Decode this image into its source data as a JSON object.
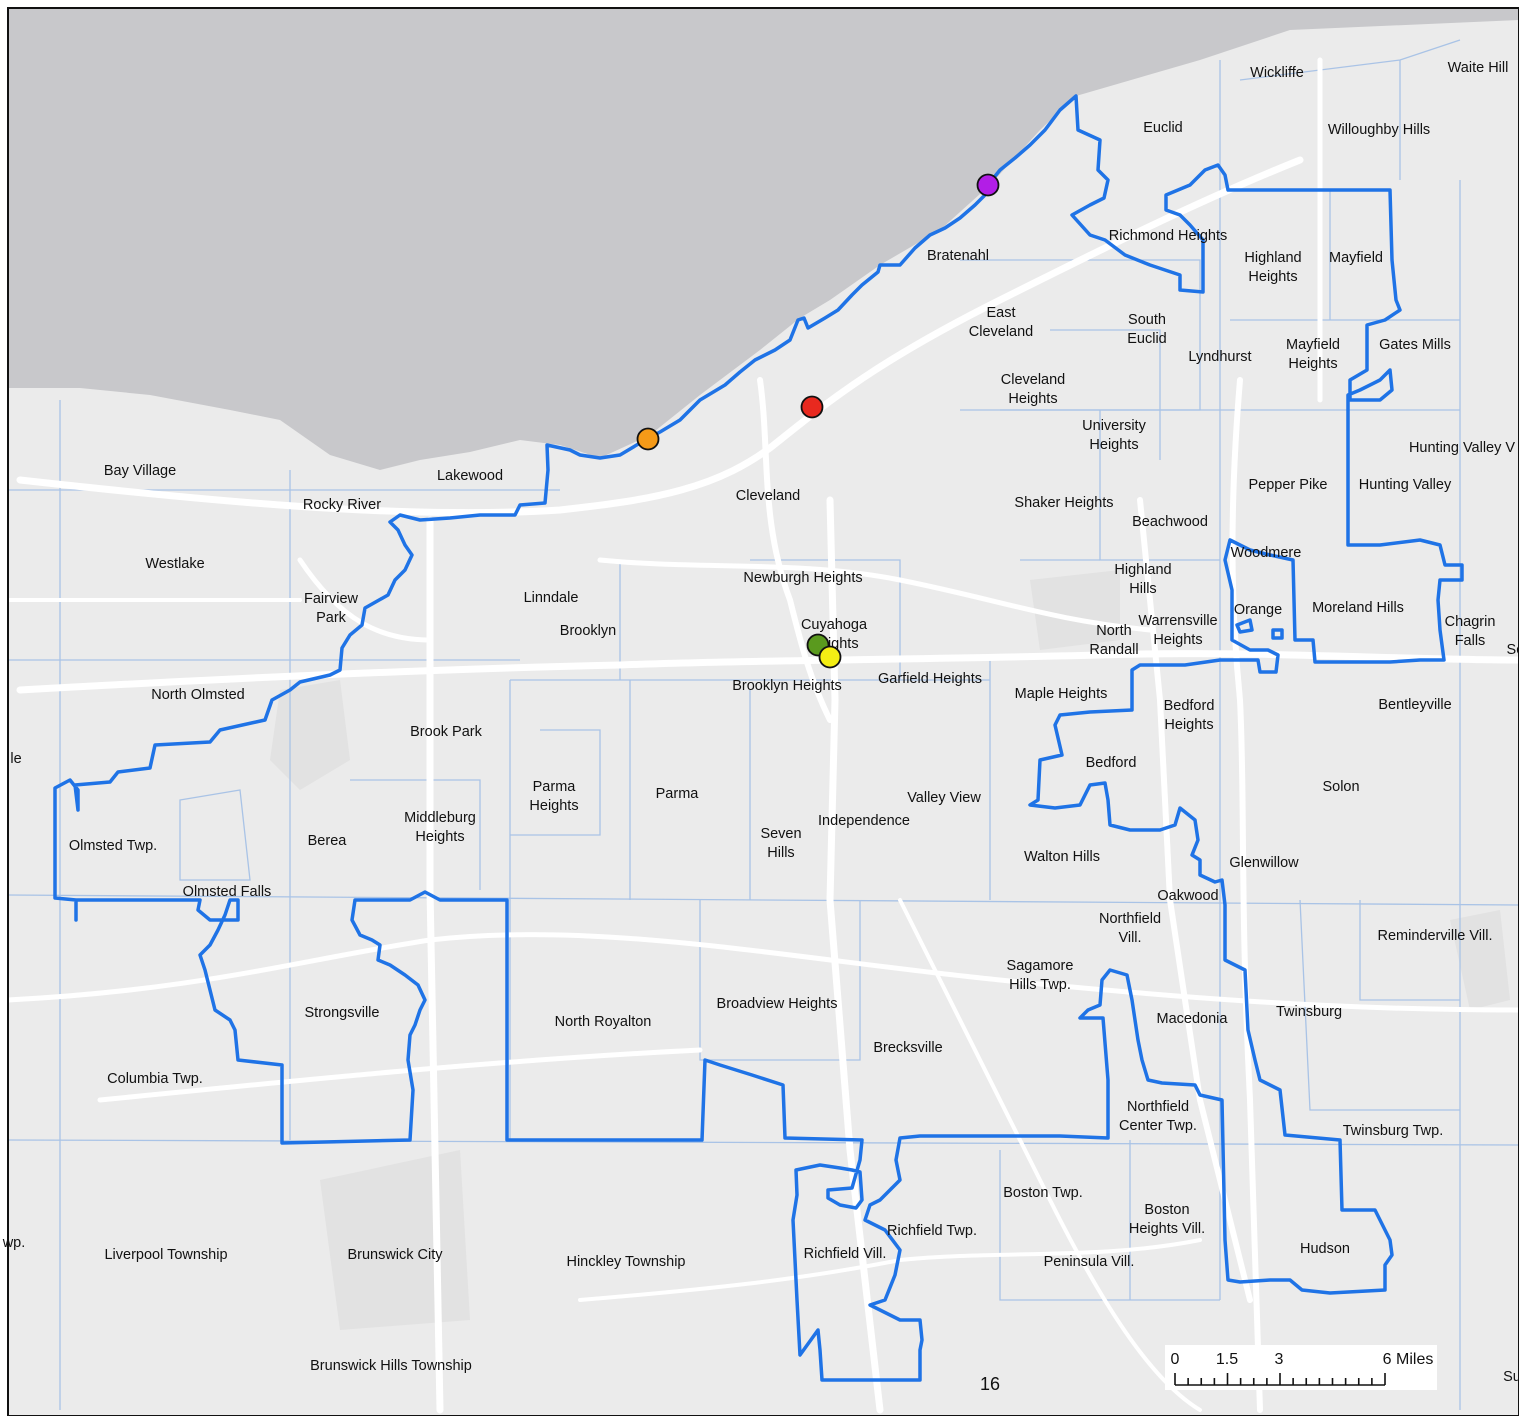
{
  "map": {
    "colors": {
      "lake": "#c8c8cb",
      "land": "#ebebeb",
      "boundary_thin": "#a9c3e6",
      "roads": "#ffffff",
      "district": "#1f73e6"
    },
    "places": [
      {
        "name": "Wickliffe"
      },
      {
        "name": "Waite Hill"
      },
      {
        "name": "Euclid"
      },
      {
        "name": "Willoughby Hills"
      },
      {
        "name": "Richmond Heights"
      },
      {
        "name": "Bratenahl"
      },
      {
        "name": "Highland\nHeights"
      },
      {
        "name": "Mayfield"
      },
      {
        "name": "East\nCleveland"
      },
      {
        "name": "South\nEuclid"
      },
      {
        "name": "Lyndhurst"
      },
      {
        "name": "Mayfield\nHeights"
      },
      {
        "name": "Gates Mills"
      },
      {
        "name": "Cleveland\nHeights"
      },
      {
        "name": "University\nHeights"
      },
      {
        "name": "Hunting Valley V"
      },
      {
        "name": "Bay Village"
      },
      {
        "name": "Lakewood"
      },
      {
        "name": "Pepper Pike"
      },
      {
        "name": "Hunting Valley"
      },
      {
        "name": "Cleveland"
      },
      {
        "name": "Rocky River"
      },
      {
        "name": "Shaker Heights"
      },
      {
        "name": "Beachwood"
      },
      {
        "name": "Westlake"
      },
      {
        "name": "Woodmere"
      },
      {
        "name": "Highland\nHills"
      },
      {
        "name": "Newburgh Heights"
      },
      {
        "name": "Fairview\nPark"
      },
      {
        "name": "Linndale"
      },
      {
        "name": "Orange"
      },
      {
        "name": "Moreland Hills"
      },
      {
        "name": "Warrensville\nHeights"
      },
      {
        "name": "Cuyahoga\nHeights"
      },
      {
        "name": "Brooklyn"
      },
      {
        "name": "North\nRandall"
      },
      {
        "name": "Chagrin\nFalls"
      },
      {
        "name": "Sc"
      },
      {
        "name": "Garfield Heights"
      },
      {
        "name": "Brooklyn Heights"
      },
      {
        "name": "Maple Heights"
      },
      {
        "name": "North Olmsted"
      },
      {
        "name": "Bedford\nHeights"
      },
      {
        "name": "Bentleyville"
      },
      {
        "name": "Brook Park"
      },
      {
        "name": "le"
      },
      {
        "name": "Bedford"
      },
      {
        "name": "Parma\nHeights"
      },
      {
        "name": "Parma"
      },
      {
        "name": "Solon"
      },
      {
        "name": "Valley View"
      },
      {
        "name": "Middleburg\nHeights"
      },
      {
        "name": "Seven\nHills"
      },
      {
        "name": "Independence"
      },
      {
        "name": "Berea"
      },
      {
        "name": "Olmsted Twp."
      },
      {
        "name": "Walton Hills"
      },
      {
        "name": "Glenwillow"
      },
      {
        "name": "Olmsted Falls"
      },
      {
        "name": "Oakwood"
      },
      {
        "name": "Northfield\nVill."
      },
      {
        "name": "Reminderville Vill."
      },
      {
        "name": "Sagamore\nHills Twp."
      },
      {
        "name": "Broadview Heights"
      },
      {
        "name": "Twinsburg"
      },
      {
        "name": "Strongsville"
      },
      {
        "name": "Macedonia"
      },
      {
        "name": "North Royalton"
      },
      {
        "name": "Brecksville"
      },
      {
        "name": "Columbia Twp."
      },
      {
        "name": "Northfield\nCenter Twp."
      },
      {
        "name": "Twinsburg Twp."
      },
      {
        "name": "Boston Twp."
      },
      {
        "name": "Boston\nHeights Vill."
      },
      {
        "name": "Richfield Twp."
      },
      {
        "name": "wp."
      },
      {
        "name": "Liverpool Township"
      },
      {
        "name": "Brunswick City"
      },
      {
        "name": "Hinckley Township"
      },
      {
        "name": "Richfield Vill."
      },
      {
        "name": "Hudson"
      },
      {
        "name": "Peninsula Vill."
      },
      {
        "name": "Brunswick Hills Township"
      },
      {
        "name": "Su"
      }
    ],
    "markers": [
      {
        "id": "purple",
        "color": "#b21ee6"
      },
      {
        "id": "orange",
        "color": "#f59a18"
      },
      {
        "id": "red",
        "color": "#e8291f"
      },
      {
        "id": "green",
        "color": "#5a9a1e"
      },
      {
        "id": "yellow",
        "color": "#f4ee14"
      }
    ],
    "page_number": "16",
    "scale_bar": {
      "ticks": [
        "0",
        "1.5",
        "3",
        "6 Miles"
      ]
    }
  }
}
